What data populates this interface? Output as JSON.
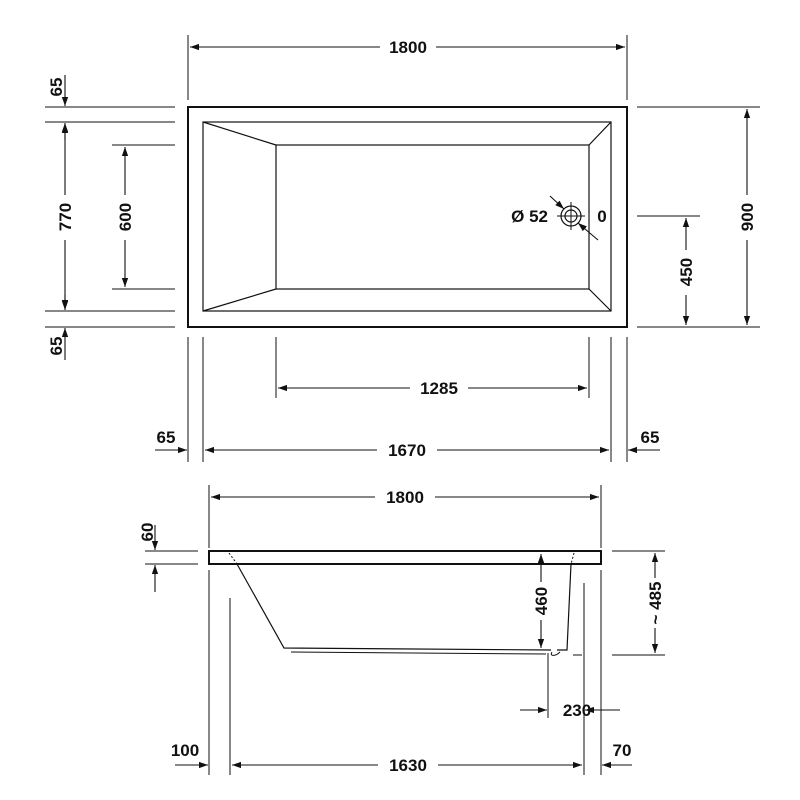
{
  "top_view": {
    "overall_length": "1800",
    "rim_top": "65",
    "inner_width": "770",
    "floor_width": "600",
    "rim_bottom": "65",
    "drain_diameter": "Ø 52",
    "drain_offset": "0",
    "drain_position": "450",
    "overall_width": "900",
    "floor_length": "1285",
    "rim_left": "65",
    "inner_length": "1670",
    "rim_right": "65"
  },
  "side_view": {
    "overall_length": "1800",
    "rim_thickness": "60",
    "inner_depth": "460",
    "overall_height": "~ 485",
    "drain_offset": "230",
    "left_offset": "100",
    "base_length": "1630",
    "right_offset": "70"
  }
}
